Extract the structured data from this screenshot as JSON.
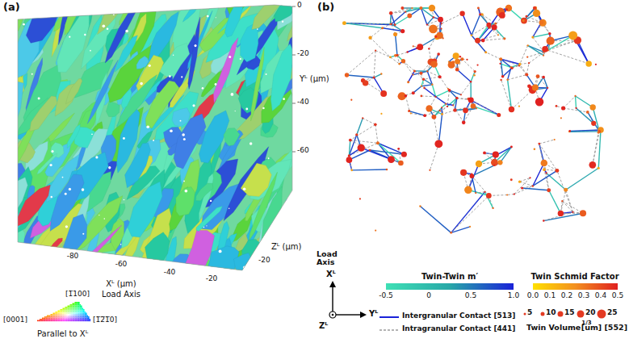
{
  "diagram": {
    "labels": [
      "(a)",
      "0",
      "-20",
      "-40",
      "-60",
      "Yᴸ (μm)",
      "-80",
      "-60",
      "-40",
      "-20",
      "Xᴸ (μm)",
      "Load Axis",
      "-20",
      "Zᴸ (μm)",
      "[1̅100]",
      "[0001]",
      "[1̅2̅1̅0]",
      "Parallel to Xᴸ",
      "(b)",
      "Load Axis",
      "Xᴸ",
      "Yᴸ",
      "Zᴸ",
      "Twin-Twin m′",
      "-0.5",
      "0",
      "0.5",
      "1.0",
      "Twin Schmid Factor",
      "0.0",
      "0.1",
      "0.2",
      "0.3",
      "0.4",
      "0.5",
      "Twin Volume",
      "1/3",
      "[um] [552]"
    ],
    "legend": [
      {
        "text": "Intergranular Contact [513]"
      },
      {
        "text": "Intragranular Contact [441]"
      },
      {
        "text": "5"
      },
      {
        "text": "10"
      },
      {
        "text": "15"
      },
      {
        "text": "20"
      },
      {
        "text": "25"
      }
    ]
  }
}
